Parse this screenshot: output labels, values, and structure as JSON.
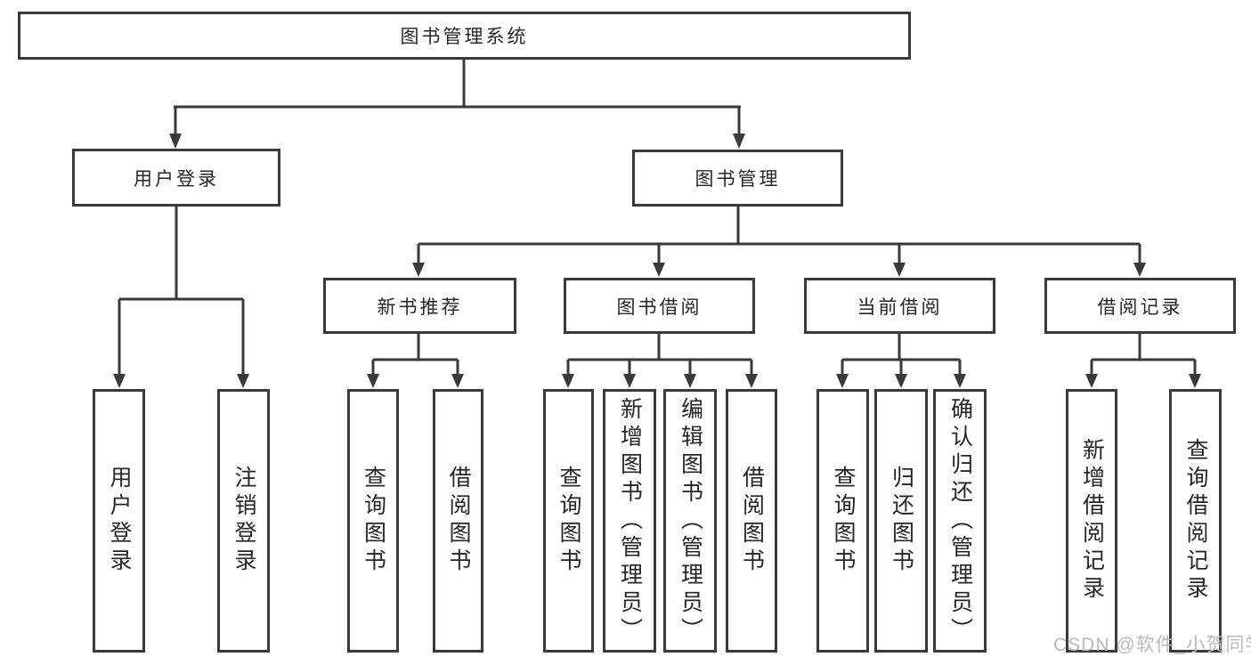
{
  "diagram": {
    "root": {
      "label": "图书管理系统"
    },
    "level2": [
      {
        "label": "用户登录"
      },
      {
        "label": "图书管理"
      }
    ],
    "level3": [
      {
        "label": "新书推荐"
      },
      {
        "label": "图书借阅"
      },
      {
        "label": "当前借阅"
      },
      {
        "label": "借阅记录"
      }
    ],
    "leaves": {
      "user_login": [
        "用户登录",
        "注销登录"
      ],
      "new_books": [
        "查询图书",
        "借阅图书"
      ],
      "book_borrow": [
        "查询图书",
        "新增图书（管理员）",
        "编辑图书（管理员）",
        "借阅图书"
      ],
      "current_borrow": [
        "查询图书",
        "归还图书",
        "确认归还（管理员）"
      ],
      "borrow_records": [
        "新增借阅记录",
        "查询借阅记录"
      ]
    }
  },
  "watermark": "CSDN @软件_小贺同学",
  "colors": {
    "line": "#3a3a3a",
    "text": "#262626",
    "watermark": "#bababa",
    "background": "#ffffff"
  }
}
